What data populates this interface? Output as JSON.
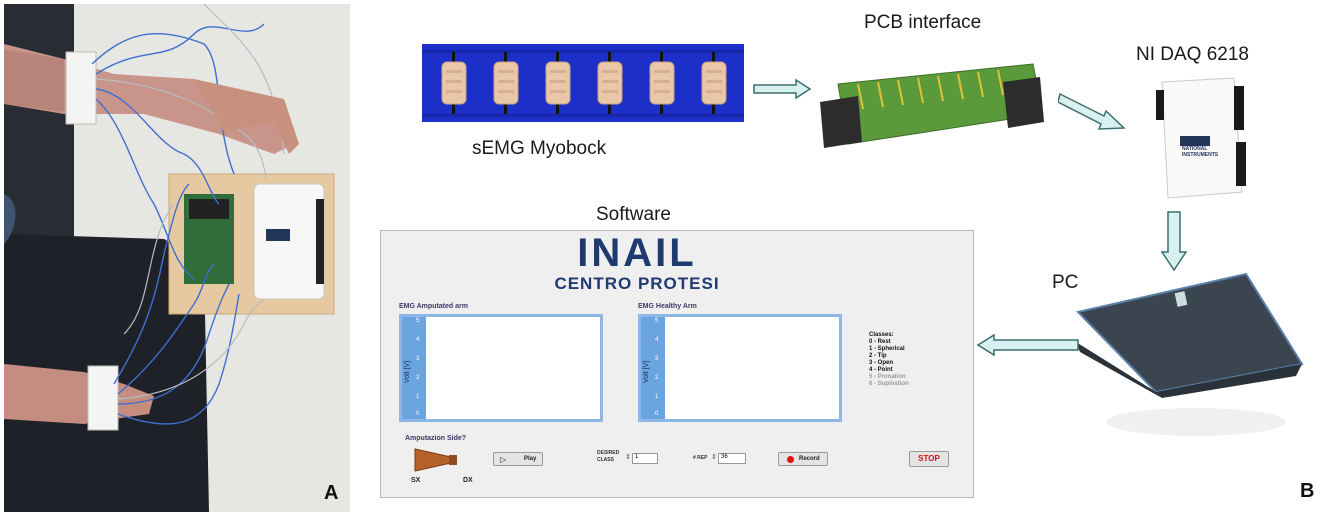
{
  "panel_a": {
    "letter": "A"
  },
  "panel_b": {
    "letter": "B"
  },
  "nodes": {
    "semg": "sEMG Myobock",
    "pcb": "PCB interface",
    "daq": "NI DAQ 6218",
    "software": "Software",
    "pc": "PC"
  },
  "software_window": {
    "logo_title": "INAIL",
    "logo_subtitle": "CENTRO PROTESI",
    "plot_left_title": "EMG Amputated arm",
    "plot_right_title": "EMG Healthy Arm",
    "y_axis_label": "Volt [V]",
    "y_ticks": [
      "5",
      "4",
      "3",
      "2",
      "1",
      "0"
    ],
    "classes_title": "Classes:",
    "classes": [
      {
        "label": "0 - Rest",
        "active": true
      },
      {
        "label": "1 - Spherical",
        "active": true
      },
      {
        "label": "2 - Tip",
        "active": true
      },
      {
        "label": "3 - Open",
        "active": true
      },
      {
        "label": "4 - Point",
        "active": true
      },
      {
        "label": "5 - Pronation",
        "active": false
      },
      {
        "label": "6 - Supination",
        "active": false
      }
    ],
    "amputation_label": "Amputazion Side?",
    "side_sx": "SX",
    "side_dx": "DX",
    "play_label": "Play",
    "desired_class_label_1": "DESIRED",
    "desired_class_label_2": "CLASS",
    "desired_class_value": "1",
    "rep_label": "# REP",
    "rep_value": "36",
    "record_label": "Record",
    "stop_label": "STOP"
  },
  "device_labels": {
    "ni_brand_1": "NATIONAL",
    "ni_brand_2": "INSTRUMENTS"
  },
  "colors": {
    "myobock_band": "#1c2fc8",
    "electrode": "#e8c8a8",
    "pcb_green": "#5a9a3a",
    "arrow_fill": "#d8f0f0",
    "arrow_stroke": "#3d6f6f",
    "inail_blue": "#1f3a6e",
    "plot_blue": "#6aa5e0",
    "stop_red": "#cc1111",
    "laptop": "#3b454f"
  }
}
